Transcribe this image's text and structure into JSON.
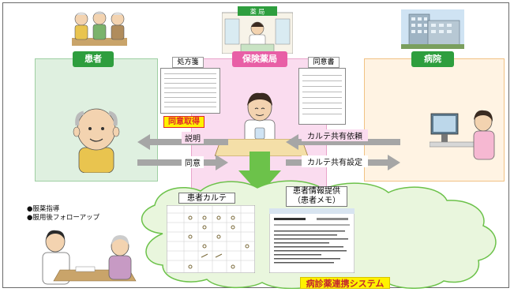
{
  "nodes": {
    "patient": {
      "label": "患者",
      "color": "#2e9e3e"
    },
    "pharmacy": {
      "label": "保険薬局",
      "color": "#e85fa6",
      "sign": "薬 局"
    },
    "hospital": {
      "label": "病院",
      "color": "#2e9e3e"
    }
  },
  "documents": {
    "prescription": "処方箋",
    "consent_form": "同意書"
  },
  "consent_badge": "同意取得",
  "left_flow": {
    "top": "説明",
    "bottom": "同意"
  },
  "right_flow": {
    "top": "カルテ共有依頼",
    "bottom": "カルテ共有設定"
  },
  "cloud": {
    "chart_title": "患者カルテ",
    "info_title_line1": "患者情報提供",
    "info_title_line2": "（患者メモ）",
    "system_name": "病診薬連携システム"
  },
  "guidance": [
    "●服薬指導",
    "●服用後フォローアップ"
  ],
  "colors": {
    "patient_zone": "#dff0e0",
    "pharmacy_zone": "#fadcef",
    "hospital_zone": "#fff3e3",
    "cloud": "#e9f6dd",
    "arrow_green": "#6cc24a",
    "arrow_gray": "#a6a6a6",
    "badge_red": "#e0262a",
    "badge_yellow": "#fff200"
  }
}
